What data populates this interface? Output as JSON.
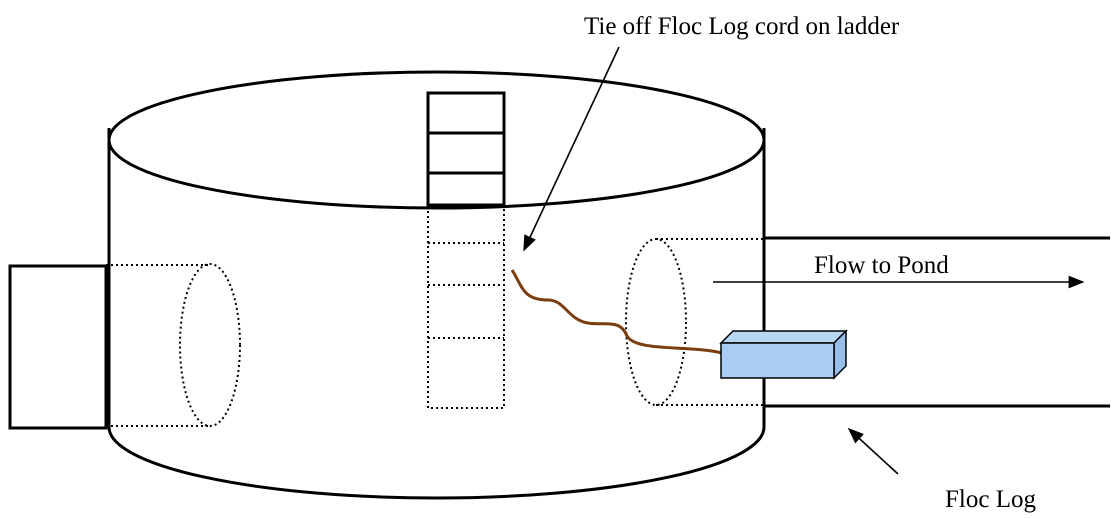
{
  "labels": {
    "tie_off": "Tie off Floc Log cord on ladder",
    "flow": "Flow to Pond",
    "floc_log": "Floc Log"
  },
  "colors": {
    "cord": "#7a3e10",
    "floc_log_fill": "#a9cdf2",
    "floc_log_top": "#b8d7f5",
    "floc_log_side": "#97bee8",
    "line": "#000000"
  }
}
